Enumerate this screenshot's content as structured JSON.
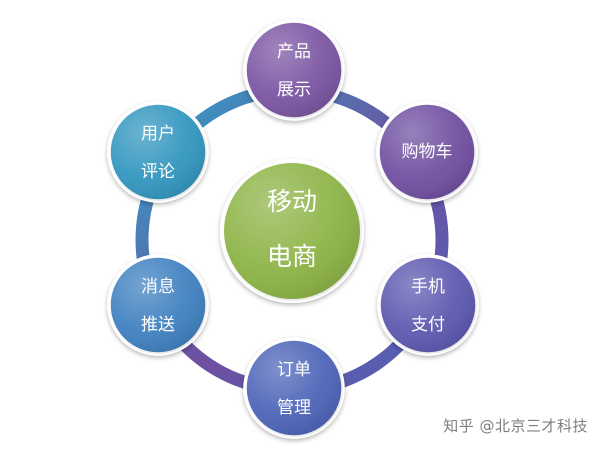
{
  "diagram": {
    "center": {
      "line1": "移动",
      "line2": "电商",
      "color": "#8db446"
    },
    "nodes": [
      {
        "line1": "产品",
        "line2": "展示",
        "color": "#7a55a2"
      },
      {
        "line1": "购物车",
        "line2": "",
        "color": "#6f4fa0"
      },
      {
        "line1": "手机",
        "line2": "支付",
        "color": "#5d58b0"
      },
      {
        "line1": "订单",
        "line2": "管理",
        "color": "#4d64b8"
      },
      {
        "line1": "消息",
        "line2": "推送",
        "color": "#3f80c0"
      },
      {
        "line1": "用户",
        "line2": "评论",
        "color": "#3296bf"
      }
    ],
    "ring_color_start": "#2ea3c9",
    "ring_color_end": "#6f4fa0"
  },
  "watermark": {
    "text": "知乎 @北京三才科技",
    "color": "#7f7f7f"
  }
}
